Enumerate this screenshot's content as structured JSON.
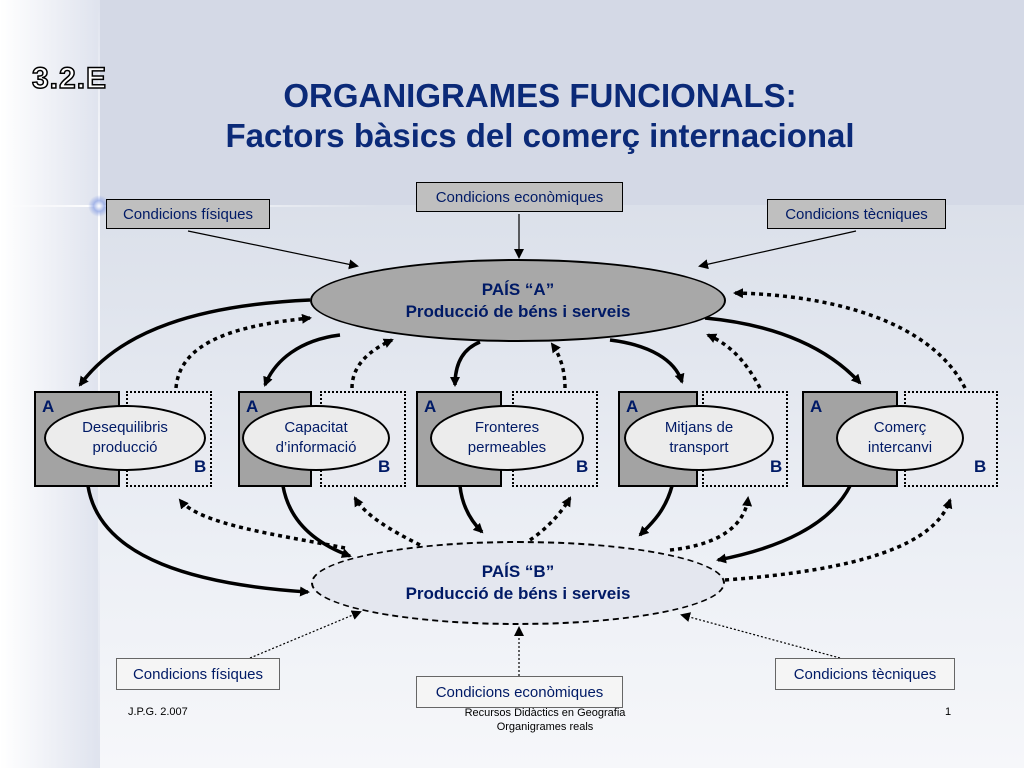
{
  "slide_code": "3.2.E",
  "title_line1": "ORGANIGRAMES FUNCIONALS:",
  "title_line2": "Factors bàsics del comerç internacional",
  "top_conditions": {
    "fisiques": "Condicions físiques",
    "economiques": "Condicions econòmiques",
    "tecniques": "Condicions tècniques"
  },
  "country_a": {
    "line1": "PAÍS “A”",
    "line2": "Producció de béns i  serveis"
  },
  "country_b": {
    "line1": "PAÍS “B”",
    "line2": "Producció de béns i  serveis"
  },
  "factors": [
    {
      "label_a": "A",
      "label_b": "B",
      "name": "Desequilibris\nproducció"
    },
    {
      "label_a": "A",
      "label_b": "B",
      "name": "Capacitat\nd’informació"
    },
    {
      "label_a": "A",
      "label_b": "B",
      "name": "Fronteres\npermeables"
    },
    {
      "label_a": "A",
      "label_b": "B",
      "name": "Mitjans de\ntransport"
    },
    {
      "label_a": "A",
      "label_b": "B",
      "name": "Comerç\nintercanvi"
    }
  ],
  "bottom_conditions": {
    "fisiques": "Condicions físiques",
    "economiques": "Condicions econòmiques",
    "tecniques": "Condicions tècniques"
  },
  "footer": {
    "author": "J.P.G. 2.007",
    "source_line1": "Recursos Didàctics en Geografia",
    "source_line2": "Organigrames reals",
    "page": "1"
  }
}
